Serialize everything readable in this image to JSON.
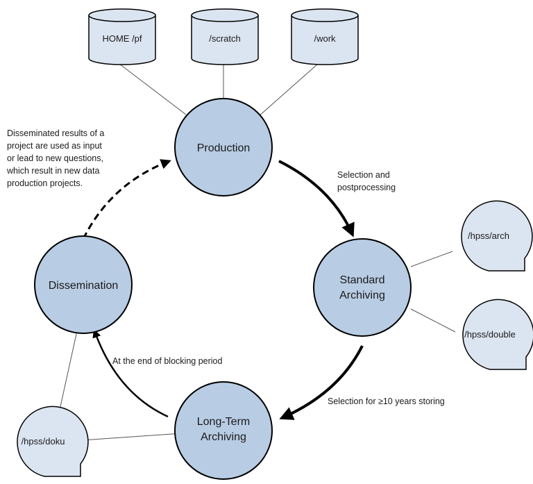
{
  "nodes": {
    "production": "Production",
    "standard_archiving": [
      "Standard",
      "Archiving"
    ],
    "long_term_archiving": [
      "Long-Term",
      "Archiving"
    ],
    "dissemination": "Dissemination"
  },
  "storage": {
    "home": "HOME /pf",
    "scratch": "/scratch",
    "work": "/work",
    "arch": "/hpss/arch",
    "double": "/hpss/double",
    "doku": "/hpss/doku"
  },
  "edges": {
    "selection_postprocessing": [
      "Selection and",
      "postprocessing"
    ],
    "selection_10_years": "Selection for ≥10 years storing",
    "end_blocking_period": "At the end of blocking period"
  },
  "note": [
    "Disseminated results of a",
    "project are used as input",
    "or lead to new questions,",
    "which result in new data",
    "production projects."
  ],
  "colors": {
    "node_fill": "#b8cce4",
    "store_fill": "#dbe5f1",
    "stroke": "#000000",
    "line": "#555555"
  }
}
